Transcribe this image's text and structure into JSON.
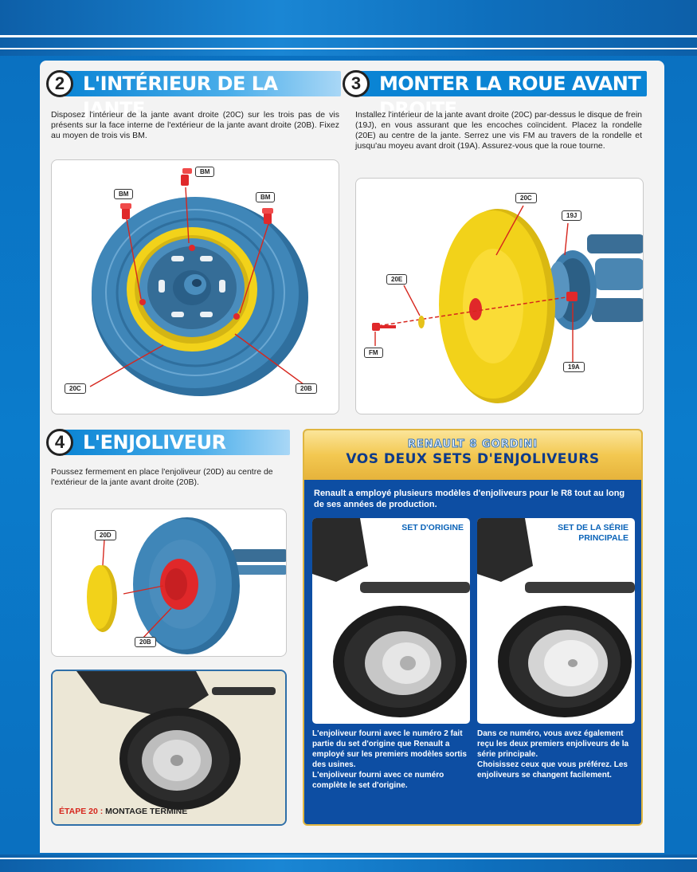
{
  "step2": {
    "number": "2",
    "title": "L'INTÉRIEUR DE LA JANTE",
    "text": "Disposez l'intérieur de la jante avant droite (20C) sur les trois pas de vis présents sur la face interne de l'extérieur de la jante avant droite (20B). Fixez au moyen de trois vis BM.",
    "labels": {
      "bm_top": "BM",
      "bm_left": "BM",
      "bm_right": "BM",
      "c20": "20C",
      "b20": "20B"
    }
  },
  "step3": {
    "number": "3",
    "title": "MONTER LA ROUE AVANT DROITE",
    "text": "Installez l'intérieur de la jante avant droite (20C) par-dessus le disque de frein (19J), en vous assurant que les encoches coïncident. Placez la rondelle (20E) au centre de la jante. Serrez une vis FM au travers de la rondelle et jusqu'au moyeu avant droit (19A). Assurez-vous que la roue tourne.",
    "labels": {
      "c20": "20C",
      "j19": "19J",
      "e20": "20E",
      "fm": "FM",
      "a19": "19A"
    }
  },
  "step4": {
    "number": "4",
    "title": "L'ENJOLIVEUR",
    "text": "Poussez fermement en place l'enjoliveur (20D) au centre de l'extérieur de la jante avant droite (20B).",
    "labels": {
      "d20": "20D",
      "b20": "20B"
    }
  },
  "photo_caption": {
    "step_label": "ÉTAPE 20 :",
    "text": " MONTAGE TERMINÉ"
  },
  "info": {
    "kicker": "RENAULT 8 GORDINI",
    "title": "VOS DEUX SETS D'ENJOLIVEURS",
    "intro": "Renault a employé plusieurs modèles d'enjoliveurs pour le R8 tout au long de ses années de production.",
    "set1_title": "SET D'ORIGINE",
    "set2_title_line1": "SET DE LA SÉRIE",
    "set2_title_line2": "PRINCIPALE",
    "set1_text1": "L'enjoliveur fourni avec le numéro 2 fait partie du set d'origine que Renault a employé sur les premiers modèles sortis des usines.",
    "set1_text2": "L'enjoliveur fourni avec ce numéro complète le set d'origine.",
    "set2_text1": "Dans ce numéro, vous avez également reçu les deux premiers enjoliveurs de la série principale.",
    "set2_text2": "Choisissez ceux que vous préférez. Les enjoliveurs se changent facilement."
  },
  "colors": {
    "tyre_blue": "#3f86b8",
    "rim_yellow": "#f2d21a",
    "screw_red": "#e0282a",
    "accent_blue": "#0a84d4",
    "panel_blue": "#0d4ea3"
  }
}
